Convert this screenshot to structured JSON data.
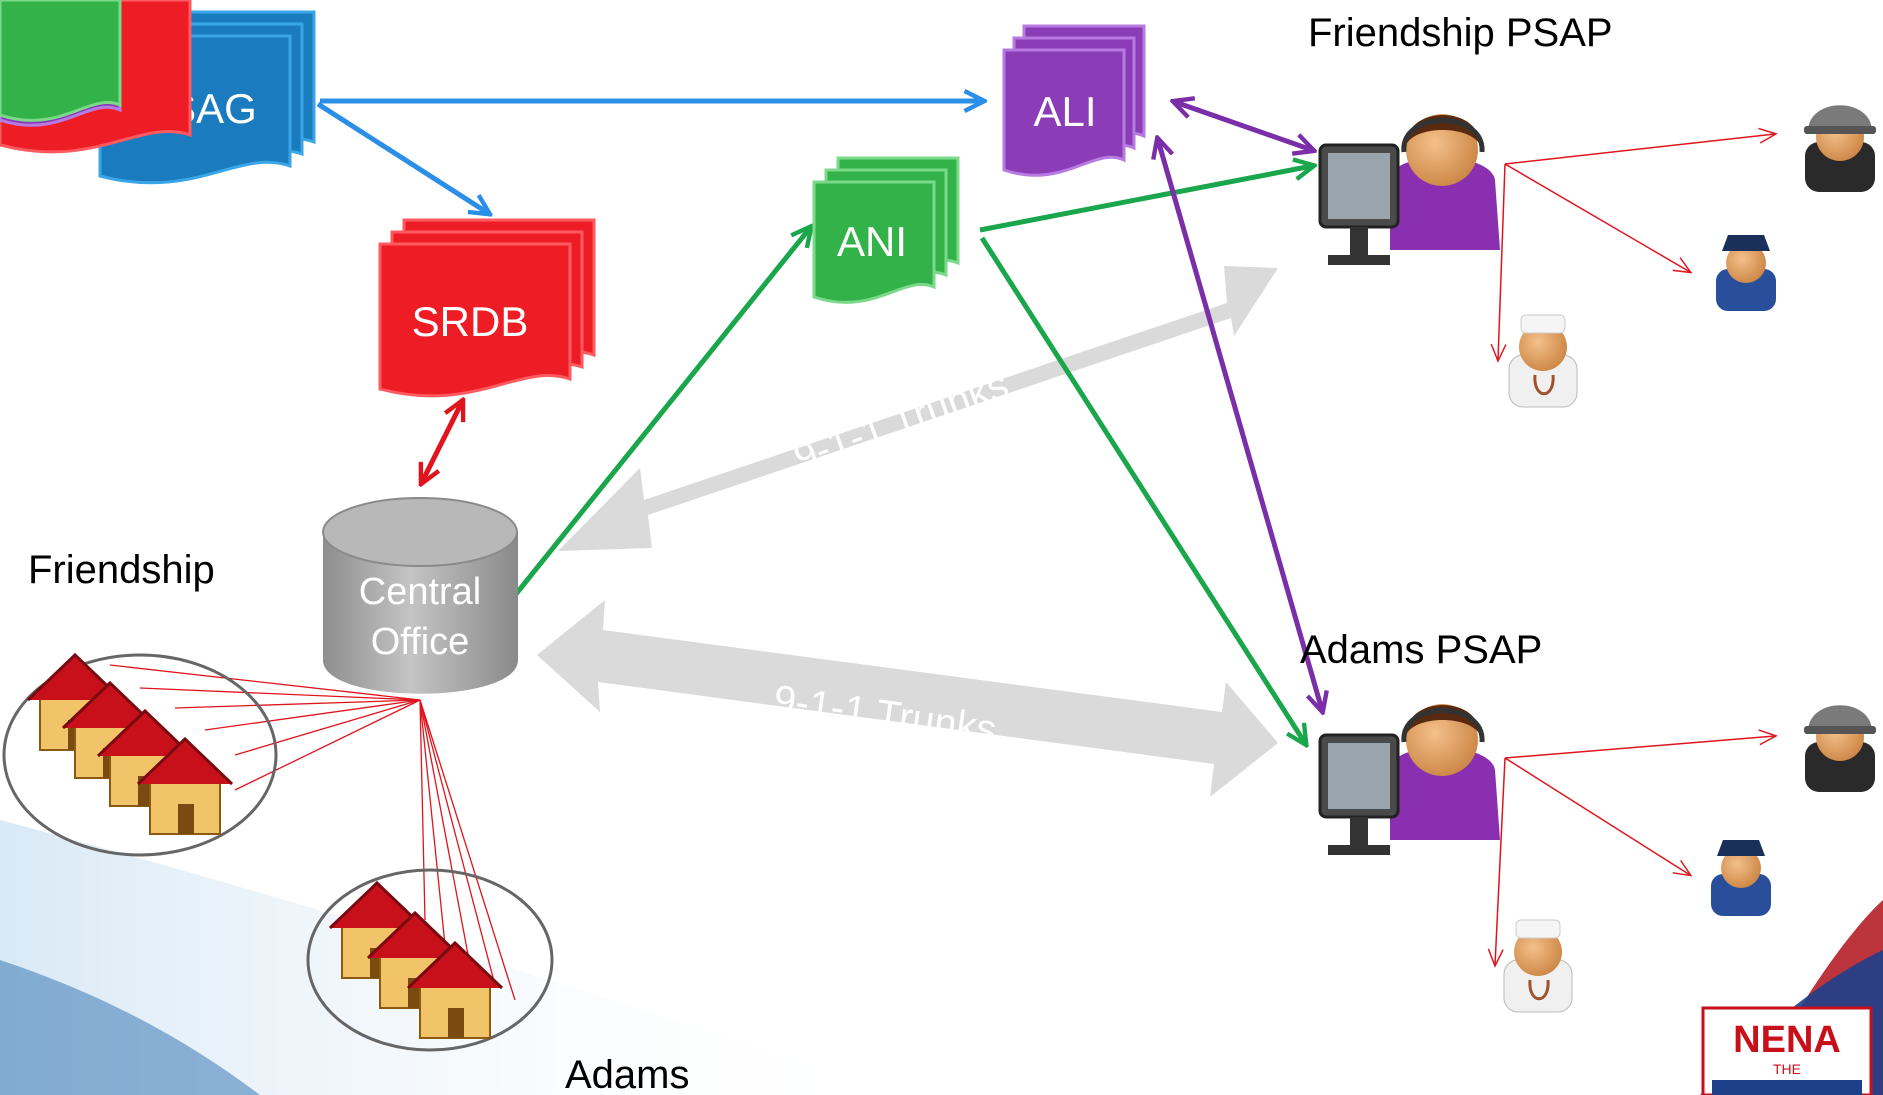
{
  "documents": {
    "msag": {
      "label": "MSAG",
      "color": "#1a7bbf"
    },
    "srdb": {
      "label": "SRDB",
      "color": "#ee1c24"
    },
    "ali": {
      "label": "ALI",
      "color": "#8a3db6"
    },
    "ani": {
      "label": "ANI",
      "color": "#34b24a"
    }
  },
  "central_office": {
    "line1": "Central",
    "line2": "Office"
  },
  "locations": {
    "friendship": "Friendship",
    "adams": "Adams",
    "friendship_psap": "Friendship PSAP",
    "adams_psap": "Adams PSAP"
  },
  "trunks": {
    "upper": "9-1-1 Trunks",
    "lower": "9-1-1 Trunks"
  },
  "logo": {
    "text": "NENA",
    "subtext": "THE"
  },
  "colors": {
    "msag_link": "#2b8fe8",
    "ani_link": "#1aa64a",
    "ali_link": "#7a2ea8",
    "srdb_link": "#e0141c",
    "dispatch": "#e0141c",
    "trunk": "#d0d0d0"
  }
}
